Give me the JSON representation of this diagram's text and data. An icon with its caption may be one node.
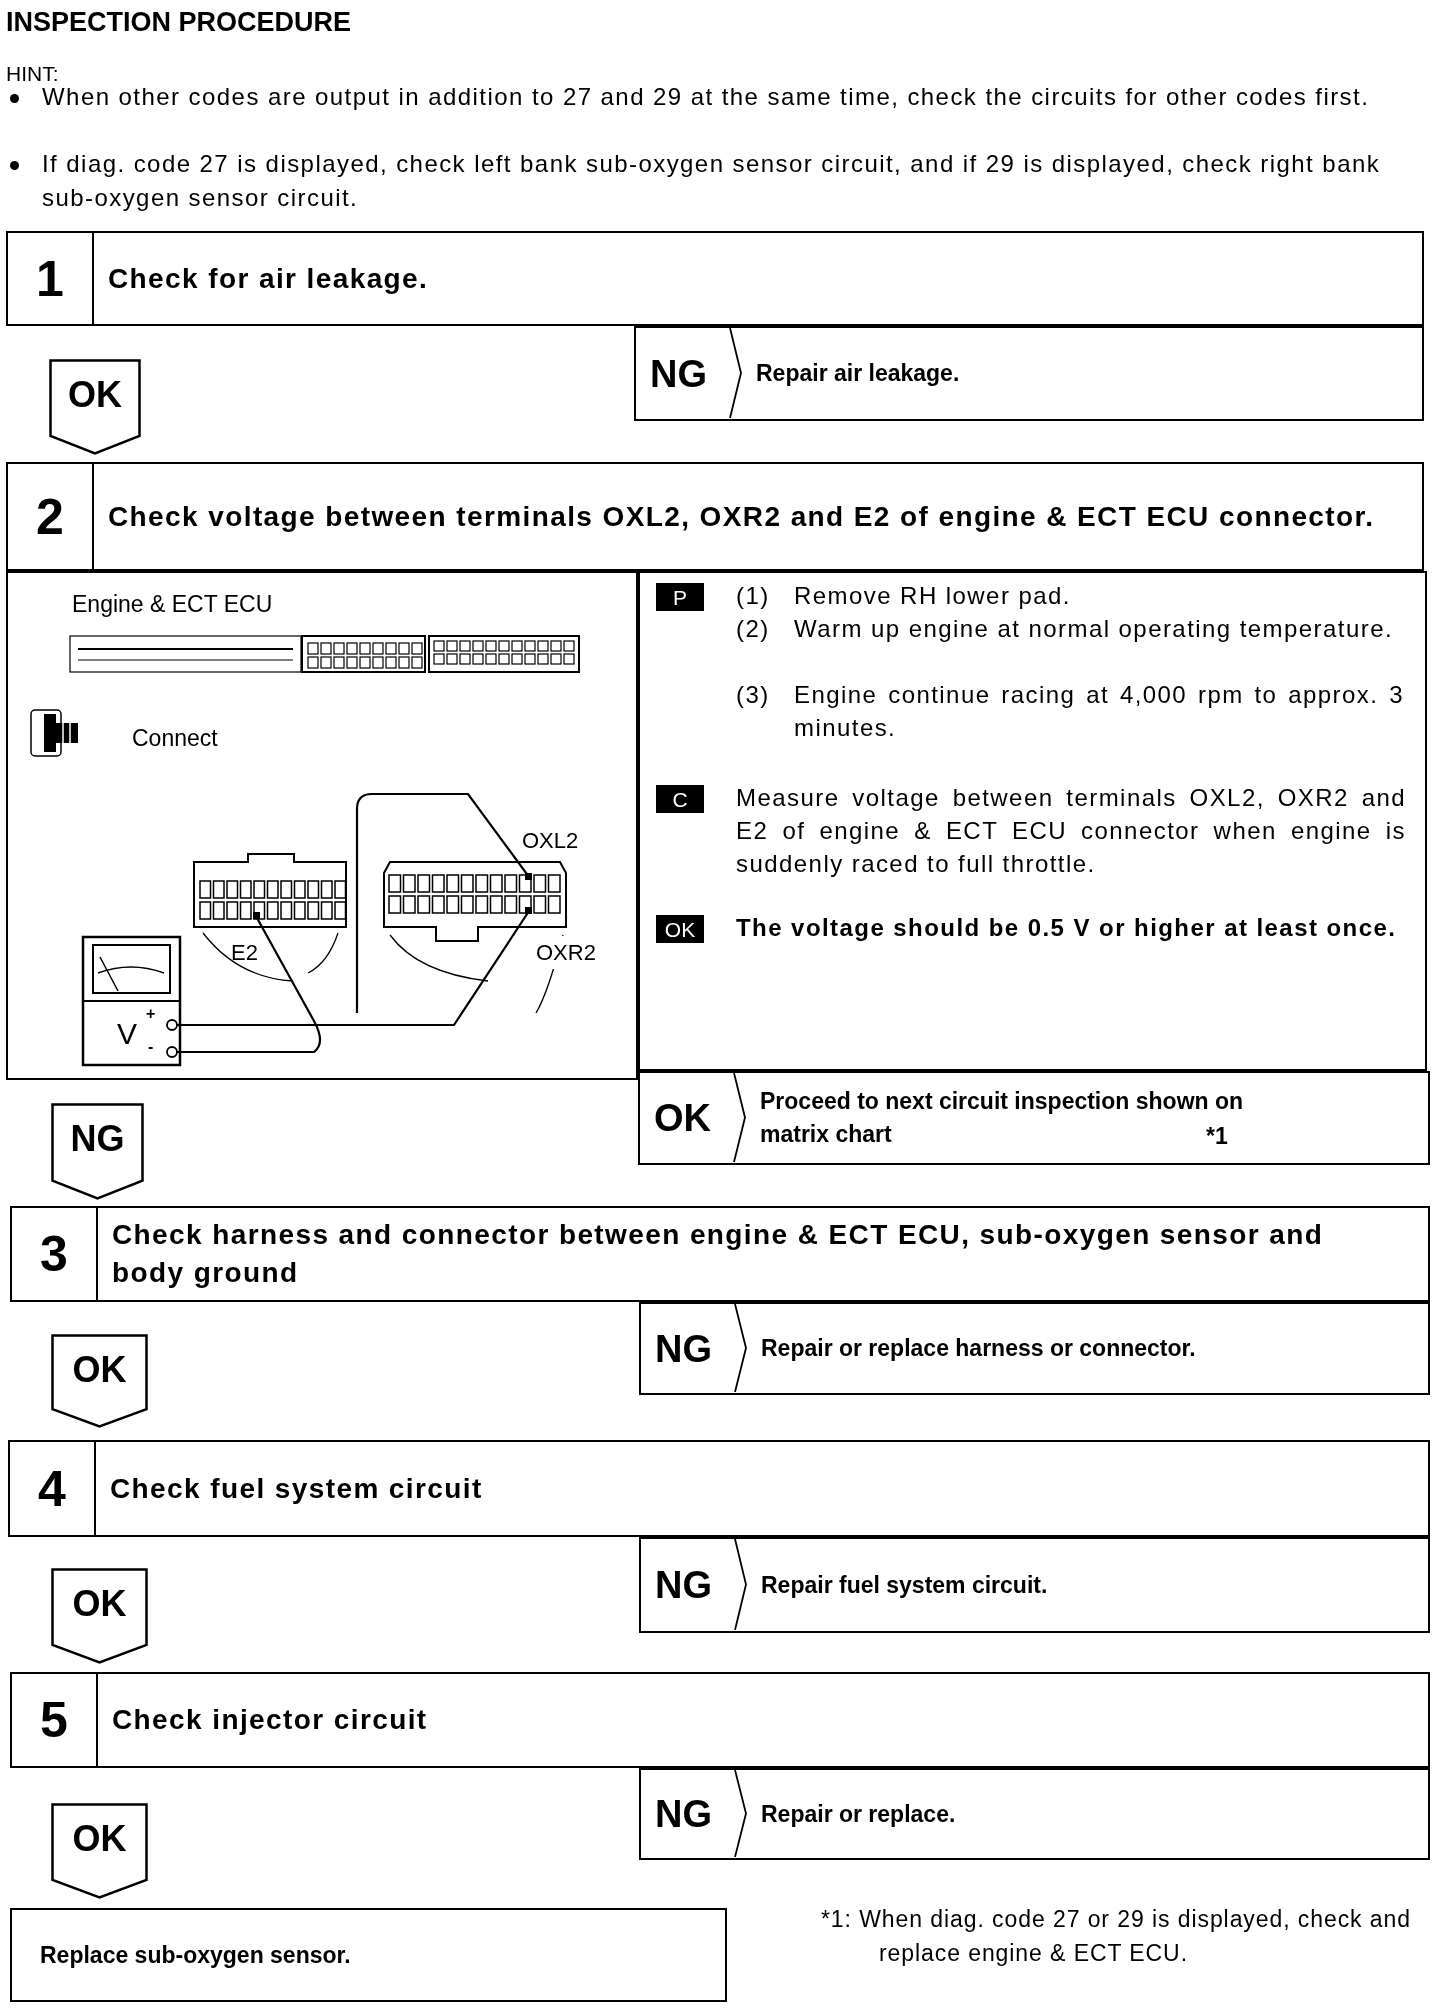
{
  "diagram": {
    "title": "INSPECTION PROCEDURE",
    "nodes": [
      {
        "text": [
          "1",
          "Check for air leakage."
        ]
      },
      {
        "text": [
          "OK"
        ]
      },
      {
        "text": [
          "NG",
          "Repair air leakage."
        ]
      },
      {
        "text": [
          "2",
          "Check voltage between terminals OXL2, OXR2 and E2 of engine & ECT ECU connector."
        ]
      },
      {
        "text": [
          "Engine & ECT ECU",
          "Connect"
        ]
      },
      {
        "text": [
          "(1)",
          "Remove RH lower pad.",
          "(2)",
          "Warm up engine at normal operating temperature.",
          "(3)",
          "Engine continue racing at 4,000 rpm to approx. 3 minutes.",
          "Measure voltage between terminals OXL2, OXR2 and E2 of engine & ECT ECU connector when engine is suddenly raced to full throttle.",
          "The voltage should be 0.5 V or higher at least once."
        ]
      },
      {
        "text": [
          "P"
        ],
        "in": 5
      },
      {
        "text": [
          "C"
        ],
        "in": 5
      },
      {
        "text": [
          "OK"
        ],
        "in": 5
      },
      {
        "text": [
          "NG"
        ]
      },
      {
        "text": [
          "OK",
          "Proceed to next circuit inspection shown on matrix chart",
          "*1"
        ]
      },
      {
        "text": [
          "3",
          "Check harness and connector between engine & ECT ECU, sub-oxygen sensor and body ground"
        ]
      },
      {
        "text": [
          "OK"
        ]
      },
      {
        "text": [
          "NG",
          "Repair or replace harness or connector."
        ]
      },
      {
        "text": [
          "4",
          "Check fuel system circuit"
        ]
      },
      {
        "text": [
          "OK"
        ]
      },
      {
        "text": [
          "NG",
          "Repair fuel system circuit."
        ]
      },
      {
        "text": [
          "5",
          "Check injector circuit"
        ]
      },
      {
        "text": [
          "OK"
        ]
      },
      {
        "text": [
          "NG",
          "Repair or replace."
        ]
      },
      {
        "text": [
          "Replace sub-oxygen sensor."
        ]
      }
    ],
    "labels": [
      "HINT:",
      "When other codes are output in addition to 27 and 29 at the same time, check the circuits for other codes first.",
      "If diag. code 27 is displayed, check left bank sub-oxygen sensor circuit, and if 29 is displayed, check right bank sub-oxygen sensor circuit.",
      "OXL2",
      "E2",
      "OXR2",
      "V",
      "+",
      "-",
      "*1: When diag. code 27 or 29 is displayed, check and replace engine & ECT ECU."
    ]
  }
}
